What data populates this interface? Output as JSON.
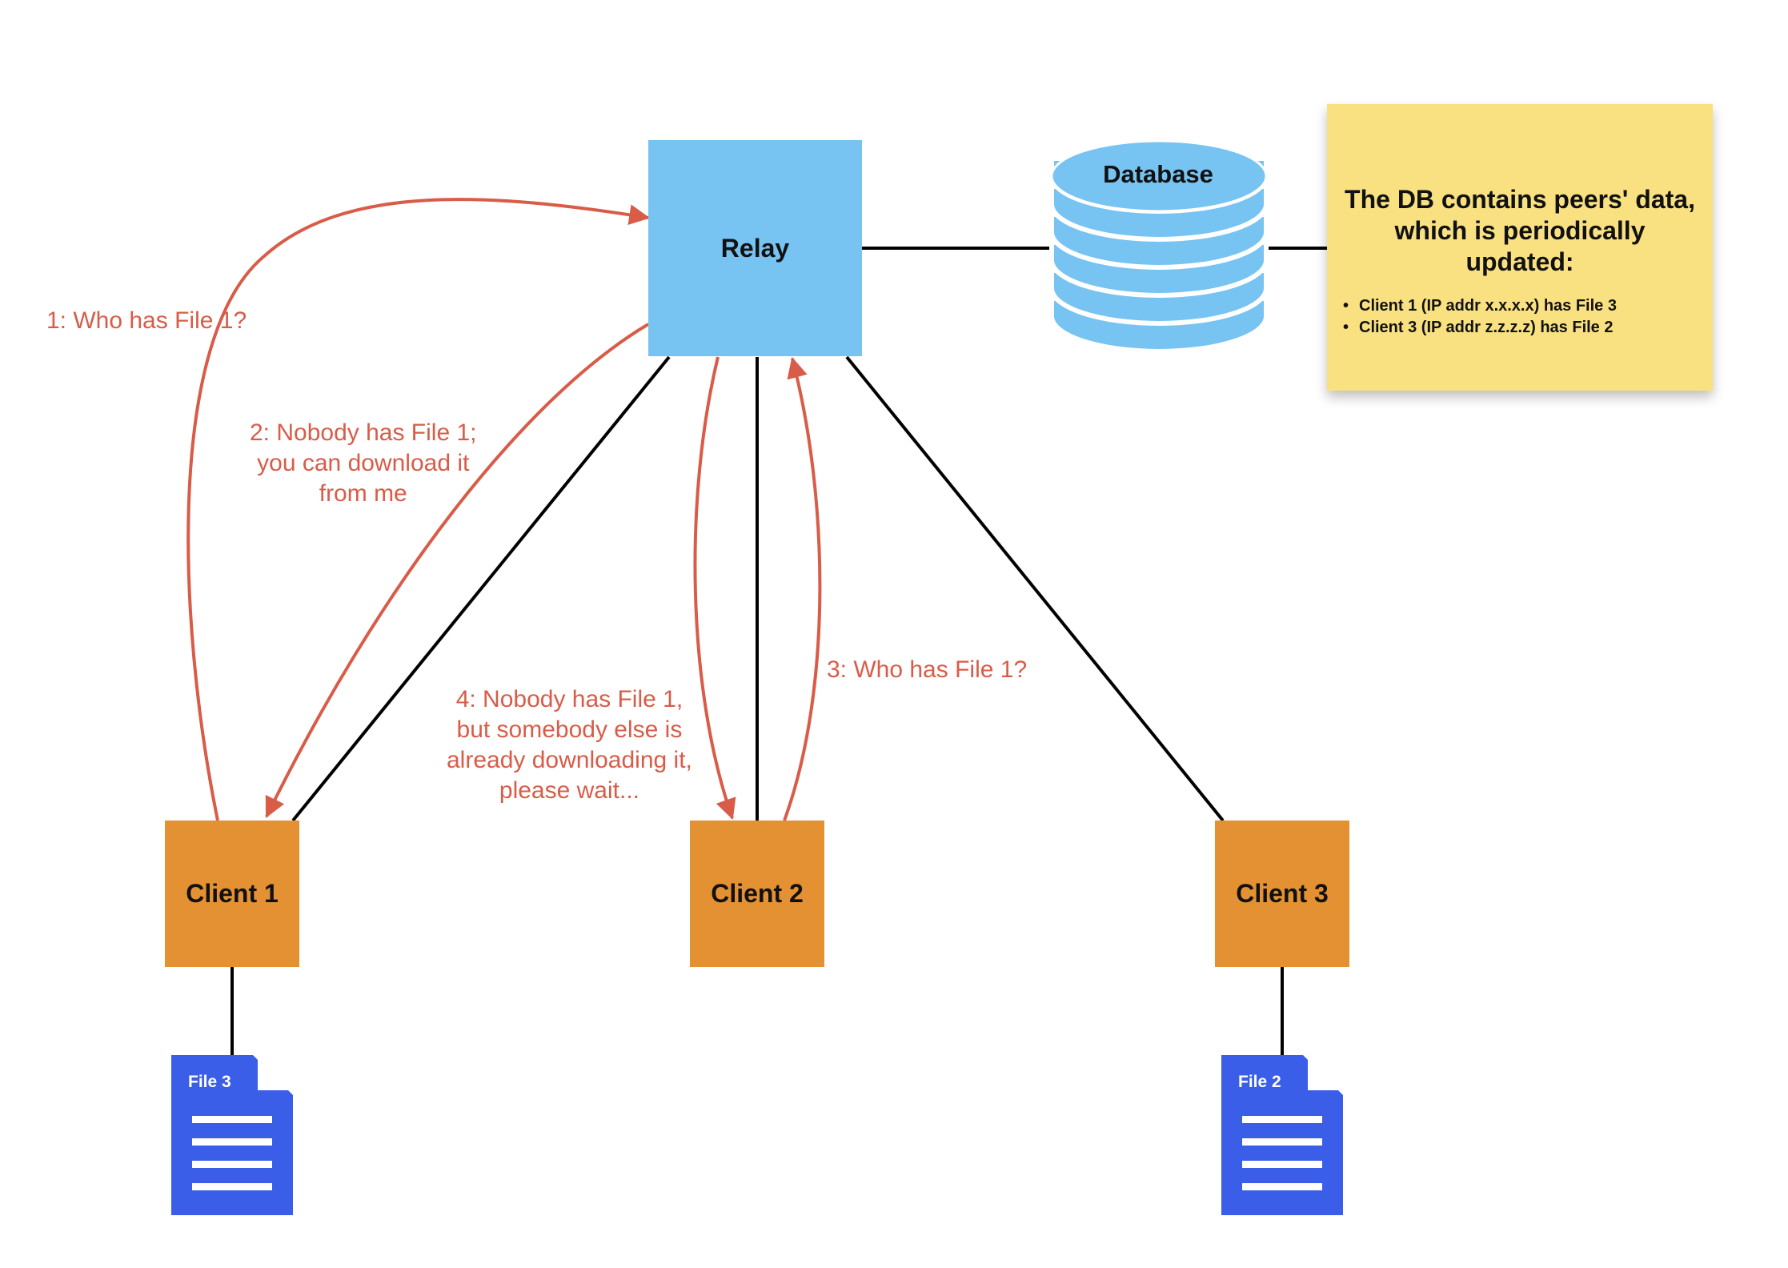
{
  "colors": {
    "relay": "#77c3f1",
    "client": "#e39133",
    "database": "#77c3f1",
    "note": "#f9e182",
    "arrow": "#d85c48",
    "link": "#000000",
    "file": "#3a5ee8"
  },
  "relay": {
    "label": "Relay"
  },
  "database": {
    "label": "Database",
    "icon": "database-icon"
  },
  "note": {
    "title": "The DB contains peers' data, which is periodically updated:",
    "items": [
      "Client 1 (IP addr x.x.x.x) has File 3",
      "Client 3 (IP addr z.z.z.z) has File 2"
    ]
  },
  "clients": [
    {
      "label": "Client 1"
    },
    {
      "label": "Client 2"
    },
    {
      "label": "Client 3"
    }
  ],
  "files": [
    {
      "label": "File 3",
      "icon": "document-icon"
    },
    {
      "label": "File 2",
      "icon": "document-icon"
    }
  ],
  "messages": {
    "m1": "1: Who has File 1?",
    "m2": [
      "2: Nobody has File 1;",
      "you can download it",
      "from me"
    ],
    "m3": "3: Who has File 1?",
    "m4": [
      "4: Nobody has File 1,",
      "but somebody else is",
      "already downloading it,",
      "please wait..."
    ]
  }
}
